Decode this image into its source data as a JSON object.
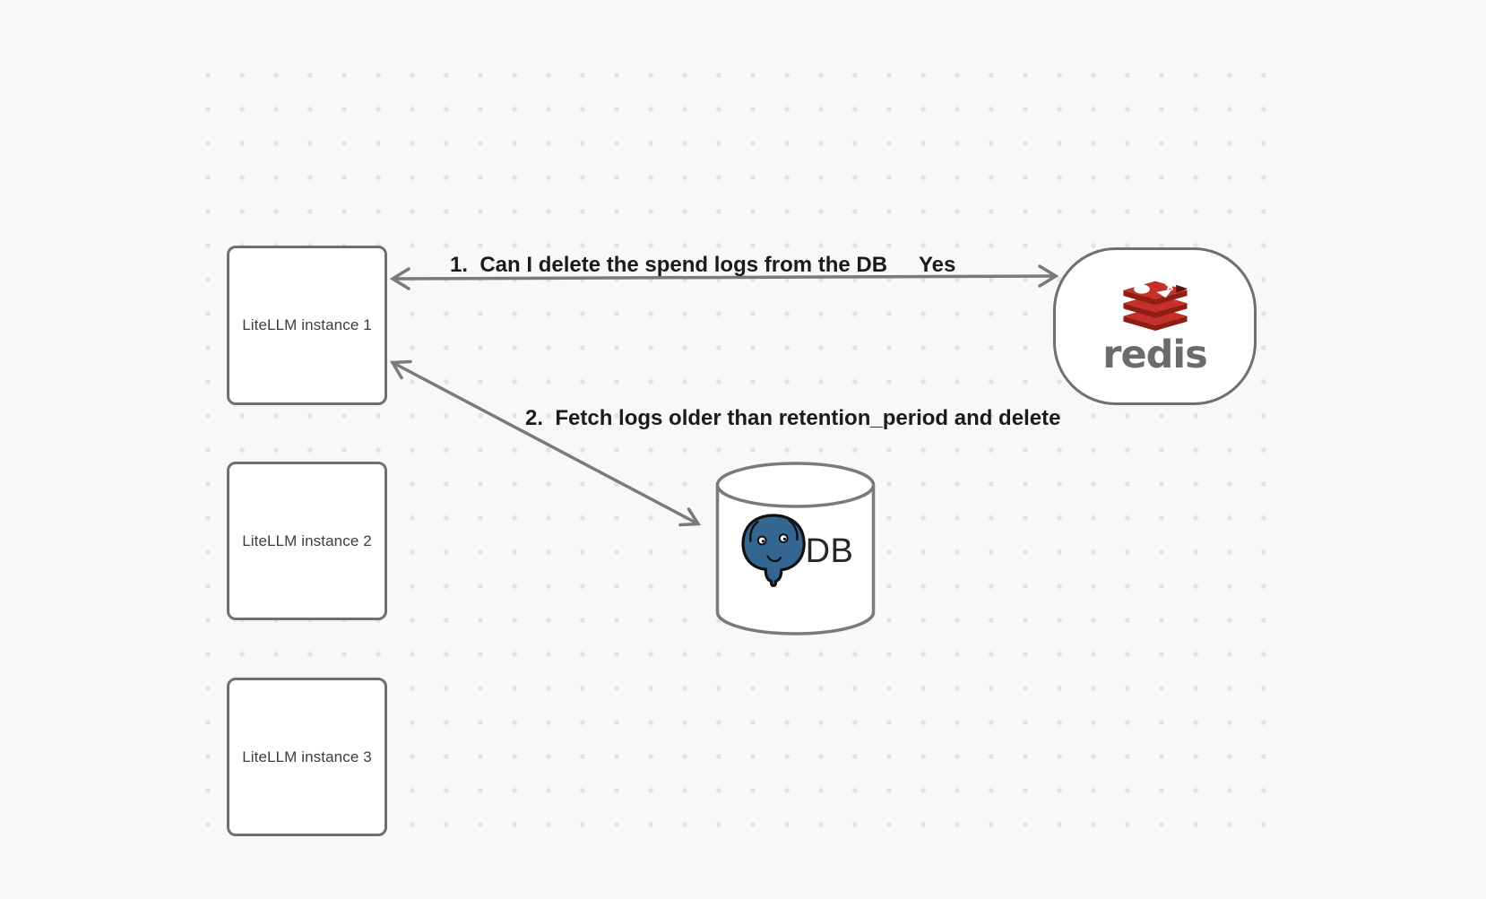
{
  "canvas": {
    "background_color": "#f8f8f8",
    "dot_color": "#e4e4e4"
  },
  "nodes": {
    "instances": [
      {
        "label": "LiteLLM instance 1"
      },
      {
        "label": "LiteLLM instance 2"
      },
      {
        "label": "LiteLLM instance 3"
      }
    ],
    "redis": {
      "wordmark": "redis",
      "icon": "redis-stack-logo-icon",
      "logo_red": "#c6302b",
      "logo_dark_red": "#8f1d12",
      "wordmark_color": "#6b6b6b"
    },
    "db": {
      "label": "DB",
      "icon": "postgresql-elephant-icon",
      "elephant_blue": "#336791",
      "shape": "database-cylinder"
    }
  },
  "edges": [
    {
      "label": "1.  Can I delete the spend logs from the DB",
      "response": "Yes",
      "from": "redis",
      "to": "LiteLLM instance 1",
      "style": "double-arrow"
    },
    {
      "label": "2.  Fetch logs older than retention_period and delete",
      "from": "LiteLLM instance 1",
      "to": "DB",
      "style": "double-arrow"
    }
  ],
  "colors": {
    "shape_border": "#6f6f6f",
    "arrow": "#7a7a7a",
    "edge_label_text": "#1b1b1b",
    "box_label_text": "#3d3d3d"
  }
}
